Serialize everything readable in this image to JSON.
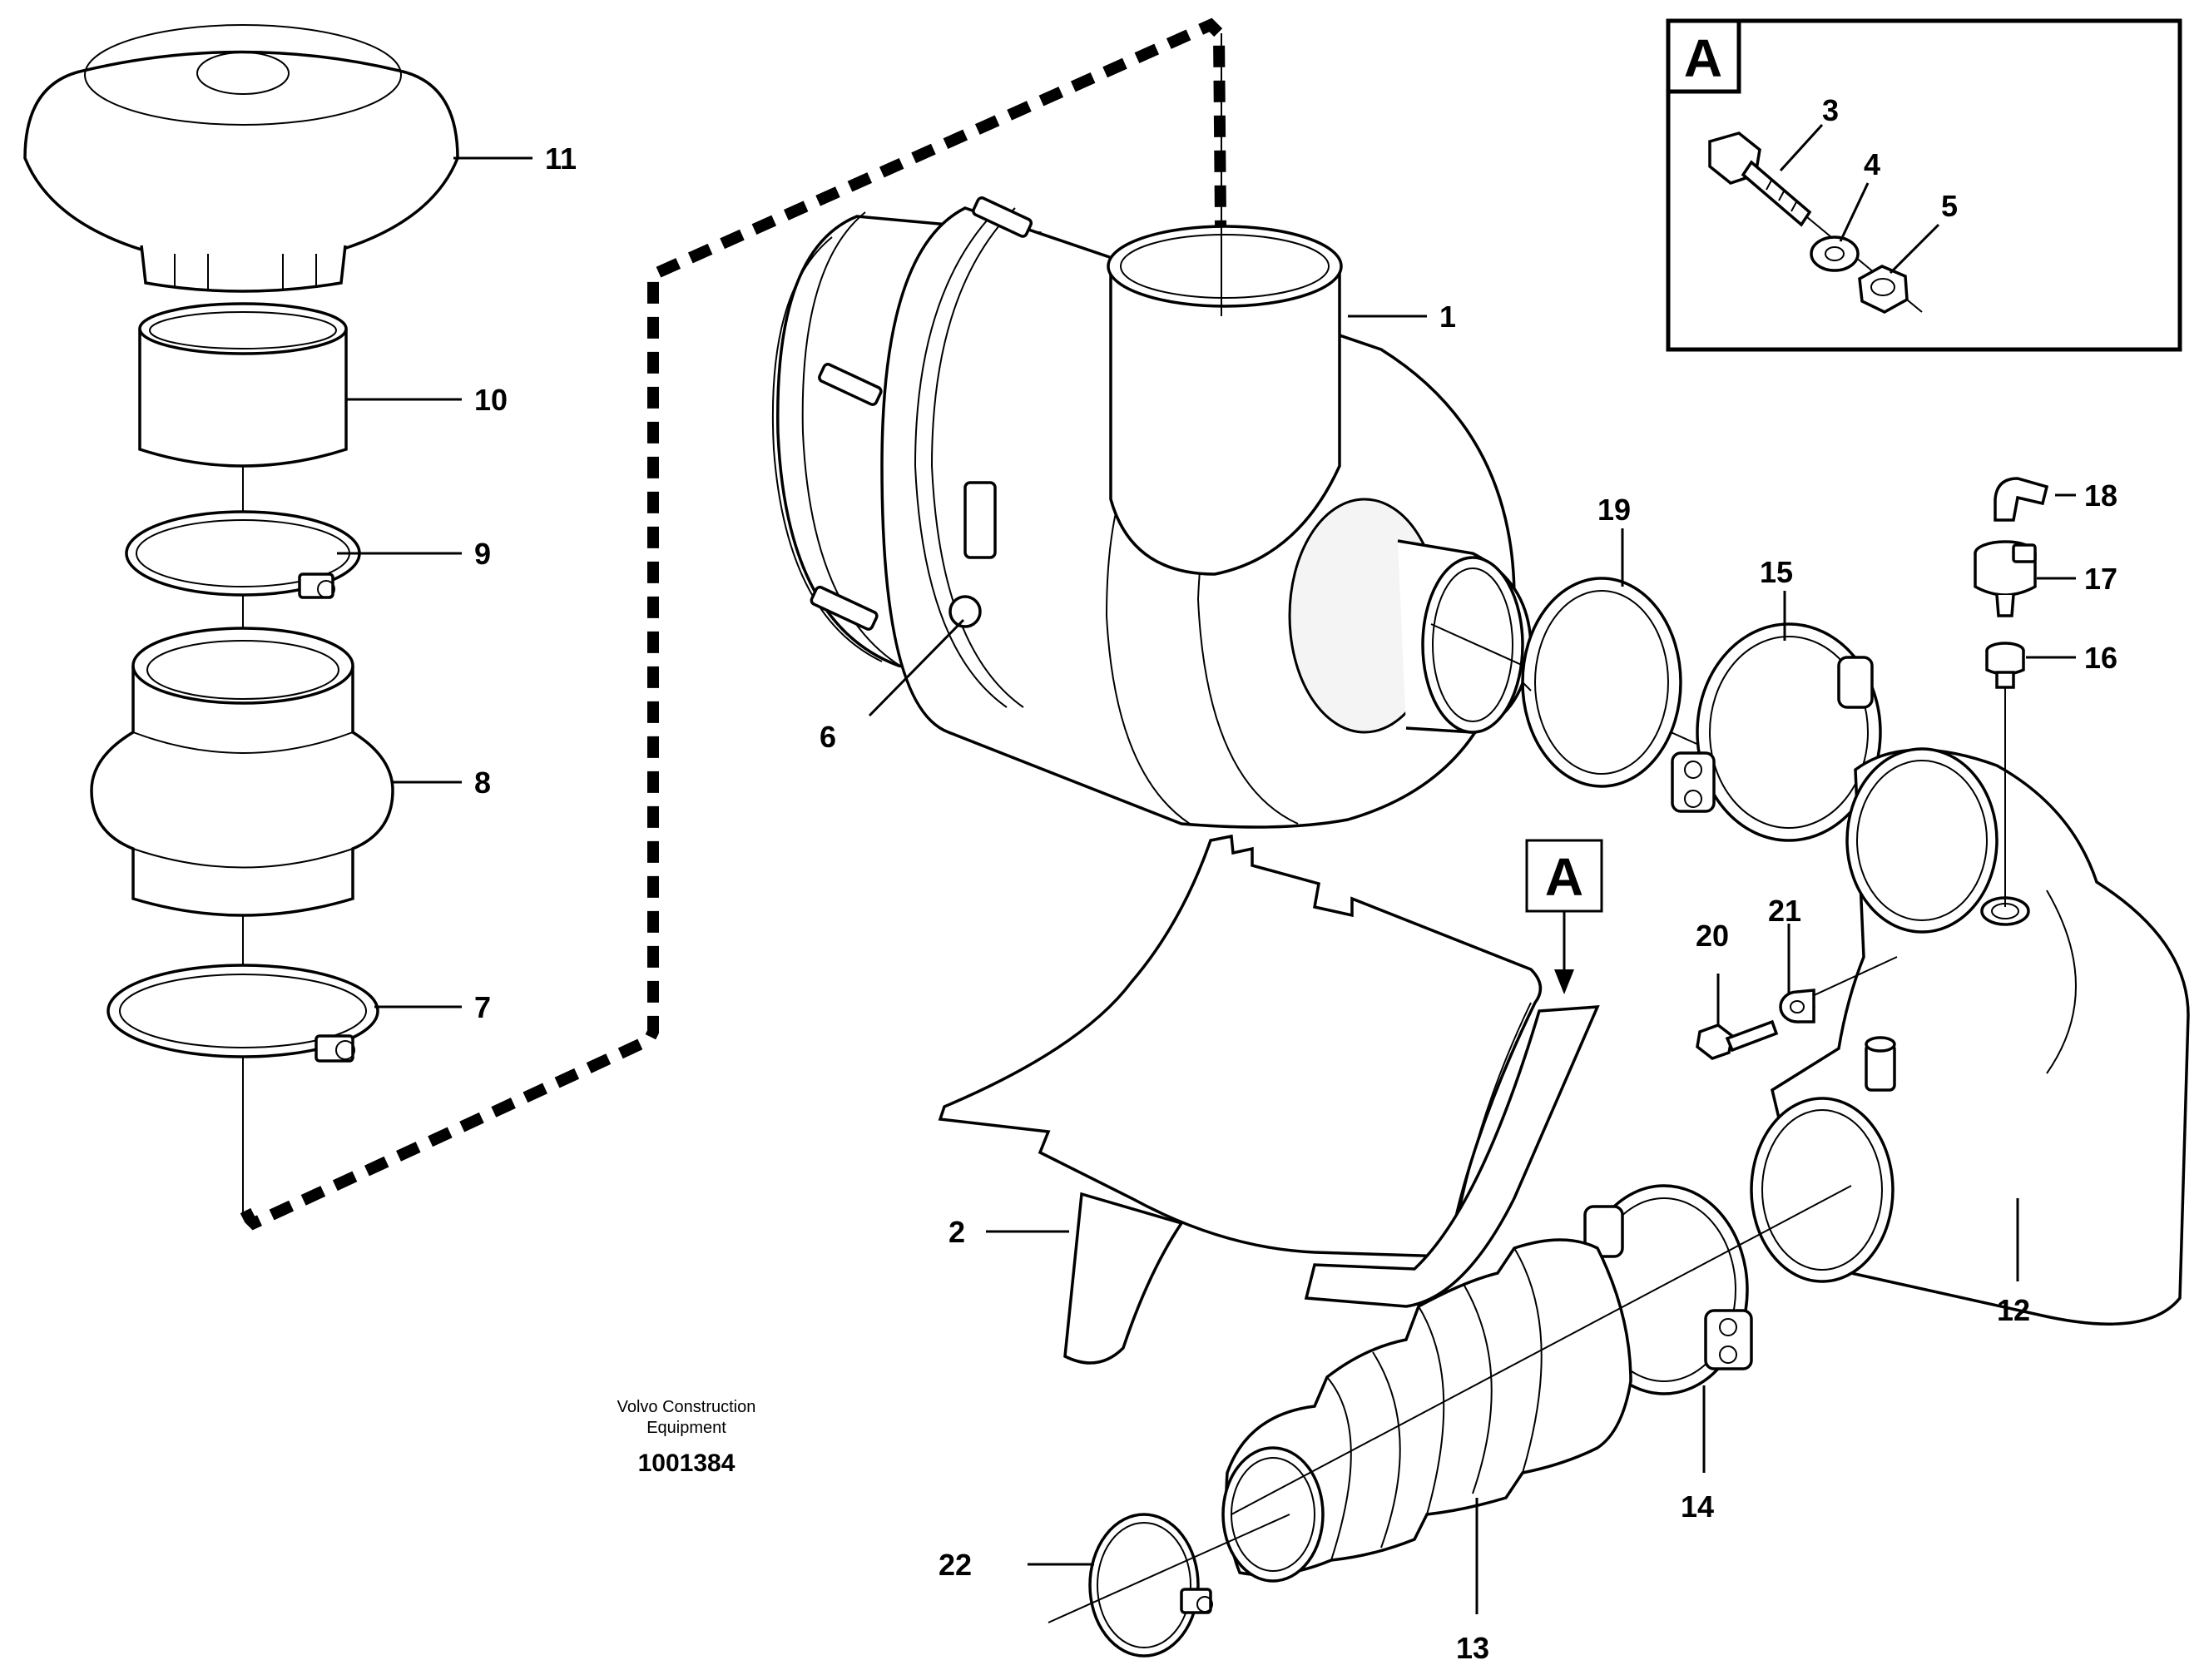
{
  "labels": {
    "p1": "1",
    "p2": "2",
    "p3": "3",
    "p4": "4",
    "p5": "5",
    "p6": "6",
    "p7": "7",
    "p8": "8",
    "p9": "9",
    "p10": "10",
    "p11": "11",
    "p12": "12",
    "p13": "13",
    "p14": "14",
    "p15": "15",
    "p16": "16",
    "p17": "17",
    "p18": "18",
    "p19": "19",
    "p20": "20",
    "p21": "21",
    "p22": "22"
  },
  "detail_marker": "A",
  "inset_marker": "A",
  "caption": {
    "line1": "Volvo Construction",
    "line2": "Equipment",
    "number": "1001384"
  }
}
